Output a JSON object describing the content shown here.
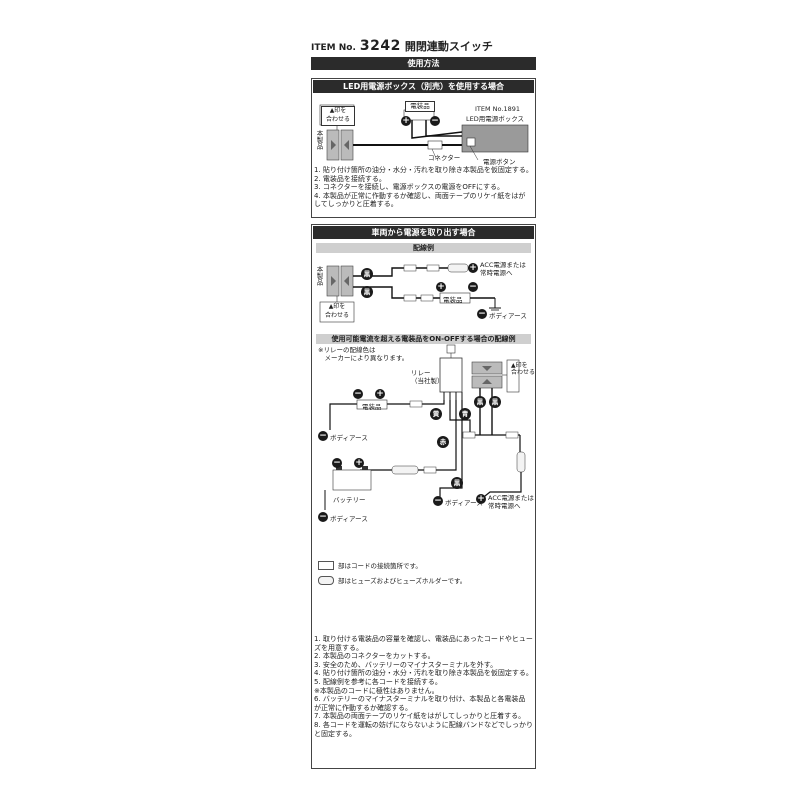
{
  "header": {
    "item_prefix": "ITEM No.",
    "item_number": "3242",
    "product_name": "開閉連動スイッチ",
    "usage_title": "使用方法"
  },
  "section1": {
    "title": "LED用電源ボックス（別売）を使用する場合",
    "arrow_label": "▲印を\n合わせる",
    "body_label": "本製品",
    "device_label": "電装品",
    "item_label": "ITEM No.1891",
    "box_label": "LED用電源ボックス",
    "connector_label": "コネクター",
    "power_button_label": "電源ボタン",
    "plus": "+",
    "minus": "−",
    "steps": [
      "1. 貼り付け箇所の油分・水分・汚れを取り除き本製品を仮固定する。",
      "2. 電装品を接続する。",
      "3. コネクターを接続し、電源ボックスの電源をOFFにする。",
      "4. 本製品が正常に作動するか確認し、両面テープのリケイ紙をはが",
      "   してしっかりと圧着する。"
    ]
  },
  "section2": {
    "title": "車両から電源を取り出す場合",
    "wiring_title": "配線例",
    "body_label": "本製品",
    "black": "黒",
    "acc_label": "ACC電源または\n常時電源へ",
    "device_label": "電装品",
    "body_earth": "ボディアース",
    "arrow_label": "▲印を\n合わせる",
    "relay_title": "使用可能電流を超える電装品をON-OFFする場合の配線例",
    "relay_note": "※リレーの配線色は\n　メーカーにより異なります。",
    "relay_label": "リレー\n（当社製）",
    "yellow": "黄",
    "blue": "青",
    "red": "赤",
    "battery_label": "バッテリー",
    "plus": "+",
    "minus": "−"
  },
  "legend": {
    "connection": "部はコードの接続箇所です。",
    "fuse": "部はヒューズおよびヒューズホルダーです。"
  },
  "steps2": [
    "1. 取り付ける電装品の容量を確認し、電装品にあったコードやヒュー",
    "   ズを用意する。",
    "2. 本製品のコネクターをカットする。",
    "3. 安全のため、バッテリーのマイナスターミナルを外す。",
    "4. 貼り付け箇所の油分・水分・汚れを取り除き本製品を仮固定する。",
    "5. 配線例を参考に各コードを接続する。",
    "   ※本製品のコードに極性はありません。",
    "6. バッテリーのマイナスターミナルを取り付け、本製品と各電装品",
    "   が正常に作動するか確認する。",
    "7. 本製品の両面テープのリケイ紙をはがしてしっかりと圧着する。",
    "8. 各コードを運転の妨げにならないように配線バンドなどでしっかり",
    "   と固定する。"
  ]
}
